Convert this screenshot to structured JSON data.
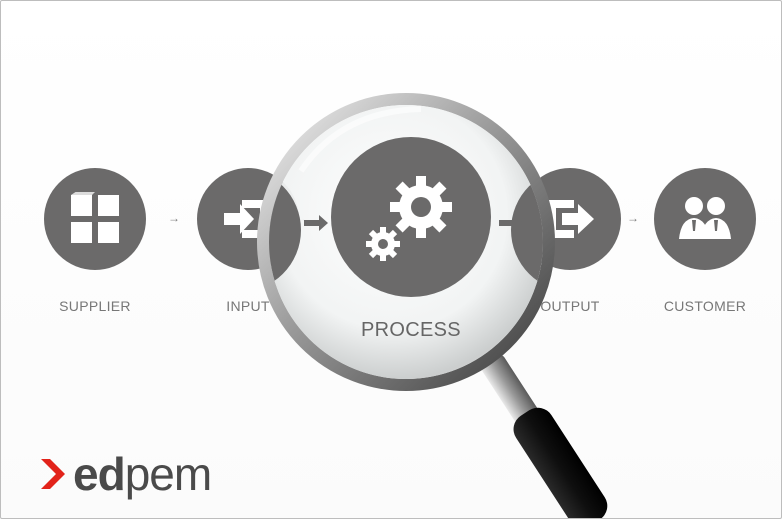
{
  "diagram": {
    "nodes": [
      {
        "id": "supplier",
        "label": "SUPPLIER",
        "icon": "boxes-icon"
      },
      {
        "id": "input",
        "label": "INPUT",
        "icon": "input-arrow-icon"
      },
      {
        "id": "process",
        "label": "PROCESS",
        "icon": "gears-icon"
      },
      {
        "id": "output",
        "label": "OUTPUT",
        "icon": "output-arrow-icon"
      },
      {
        "id": "customer",
        "label": "CUSTOMER",
        "icon": "people-icon"
      }
    ],
    "arrow_glyph": "→"
  },
  "brand": {
    "bold_part": "ed",
    "light_part": "pem",
    "mark_icon": "chevron-right-icon",
    "colors": {
      "mark": "#e2231a",
      "text": "#4a4a4a",
      "circle": "#6b6a6a",
      "label": "#777777"
    }
  },
  "overlay": {
    "icon": "magnifying-glass-icon"
  }
}
